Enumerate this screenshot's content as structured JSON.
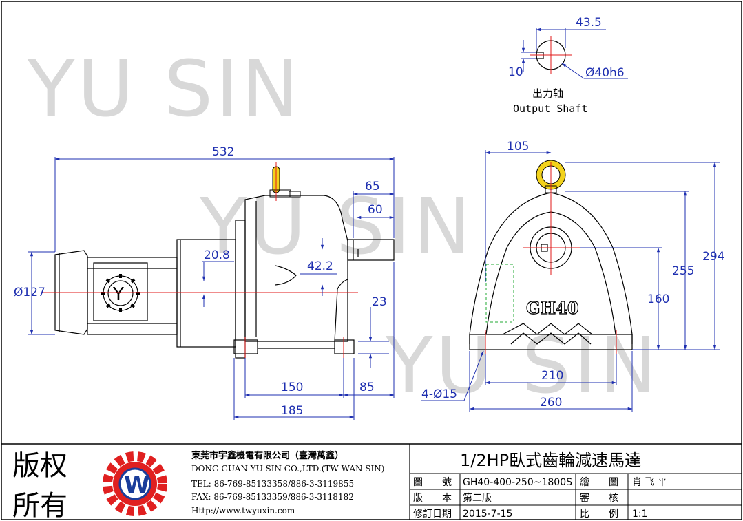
{
  "watermark": {
    "text": "YU SIN"
  },
  "shaft_view": {
    "dim_width": "43.5",
    "dim_key": "10",
    "dim_diameter": "Ø40h6",
    "label_cn": "出力轴",
    "label_en": "Output Shaft"
  },
  "side_view": {
    "dim_total_length": "532",
    "dim_motor_diameter": "Ø127",
    "dim_offset_a": "20.8",
    "dim_offset_b": "42.2",
    "dim_shaft_length": "65",
    "dim_shaft_inner": "60",
    "dim_base_height": "23",
    "dim_base_inner": "150",
    "dim_base_overhang": "85",
    "dim_base_total": "185"
  },
  "front_view": {
    "model_mark": "GH40",
    "dim_half_width": "105",
    "dim_overall_height": "294",
    "dim_housing_height": "255",
    "dim_center_height": "160",
    "dim_hole_spacing": "210",
    "dim_base_width": "260",
    "dim_holes": "4-Ø15"
  },
  "title_block": {
    "copyright_line1": "版权",
    "copyright_line2": "所有",
    "logo_letter": "W",
    "company_cn": "東莞市宇鑫機電有限公司（臺灣萬鑫）",
    "company_en": "DONG GUAN YU SIN CO.,LTD.(TW WAN SIN)",
    "tel": "TEL: 86-769-85133358/886-3-3119855",
    "fax": "FAX: 86-769-85133359/886-3-3118182",
    "web": "Http://www.twyuxin.com",
    "drawing_title": "1/2HP臥式齒輪減速馬達",
    "rows": [
      {
        "label": "圖　　號",
        "value": "GH40-400-250~1800S",
        "label2": "繪　　圖",
        "value2": "肖 飞 平"
      },
      {
        "label": "版　　本",
        "value": "第二版",
        "label2": "審　　核",
        "value2": ""
      },
      {
        "label": "修訂日期",
        "value": "2015-7-15",
        "label2": "比　　例",
        "value2": "1:1"
      }
    ]
  },
  "colors": {
    "dimension": "#1e2fb0",
    "centerline": "#e01818",
    "eyebolt": "#f2d21b",
    "logo_gear": "#e02020",
    "hidden": "#22aa33"
  }
}
